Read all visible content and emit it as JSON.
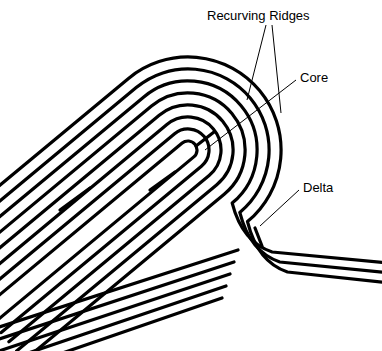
{
  "diagram": {
    "labels": [
      "Recurving Ridges",
      "Core",
      "Delta"
    ]
  }
}
